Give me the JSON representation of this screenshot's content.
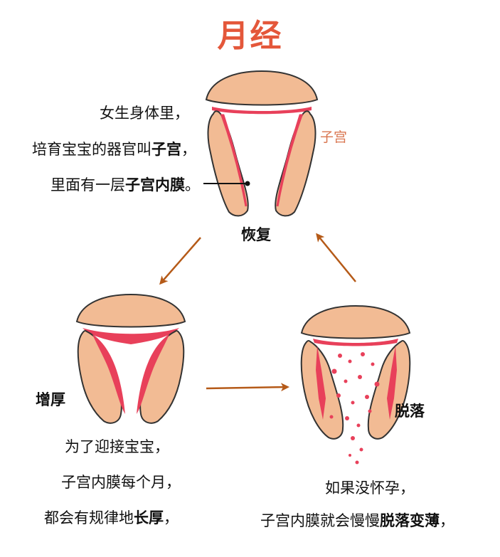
{
  "title": "月经",
  "colors": {
    "title": "#e4573a",
    "flesh": "#f2bb94",
    "outline": "#333333",
    "lining": "#e8405a",
    "arrow": "#b55a18",
    "uterus_label": "#d9754f"
  },
  "top_panel": {
    "stage_label": "恢复",
    "uterus_label": "子宫",
    "lines": [
      {
        "text": "女生身体里，",
        "bold": "",
        "after": ""
      },
      {
        "text": "培育宝宝的器官叫",
        "bold": "子宫",
        "after": "，"
      },
      {
        "text": "里面有一层",
        "bold": "子宫内膜",
        "after": "。"
      }
    ]
  },
  "left_panel": {
    "stage_label": "增厚",
    "lines": [
      {
        "text": "为了迎接宝宝，",
        "bold": "",
        "after": ""
      },
      {
        "text": "子宫内膜每个月，",
        "bold": "",
        "after": ""
      },
      {
        "text": "都会有规律地",
        "bold": "长厚",
        "after": "，"
      }
    ]
  },
  "right_panel": {
    "stage_label": "脱落",
    "lines": [
      {
        "text": "如果没怀孕，",
        "bold": "",
        "after": ""
      },
      {
        "text": "子宫内膜就会慢慢",
        "bold": "脱落变薄",
        "after": "，"
      }
    ]
  },
  "icons": {
    "top": "uterus-recovery-icon",
    "left": "uterus-thickening-icon",
    "right": "uterus-shedding-icon",
    "arrow_tl": "arrow-down-left-icon",
    "arrow_lr": "arrow-right-icon",
    "arrow_rt": "arrow-up-left-icon"
  }
}
